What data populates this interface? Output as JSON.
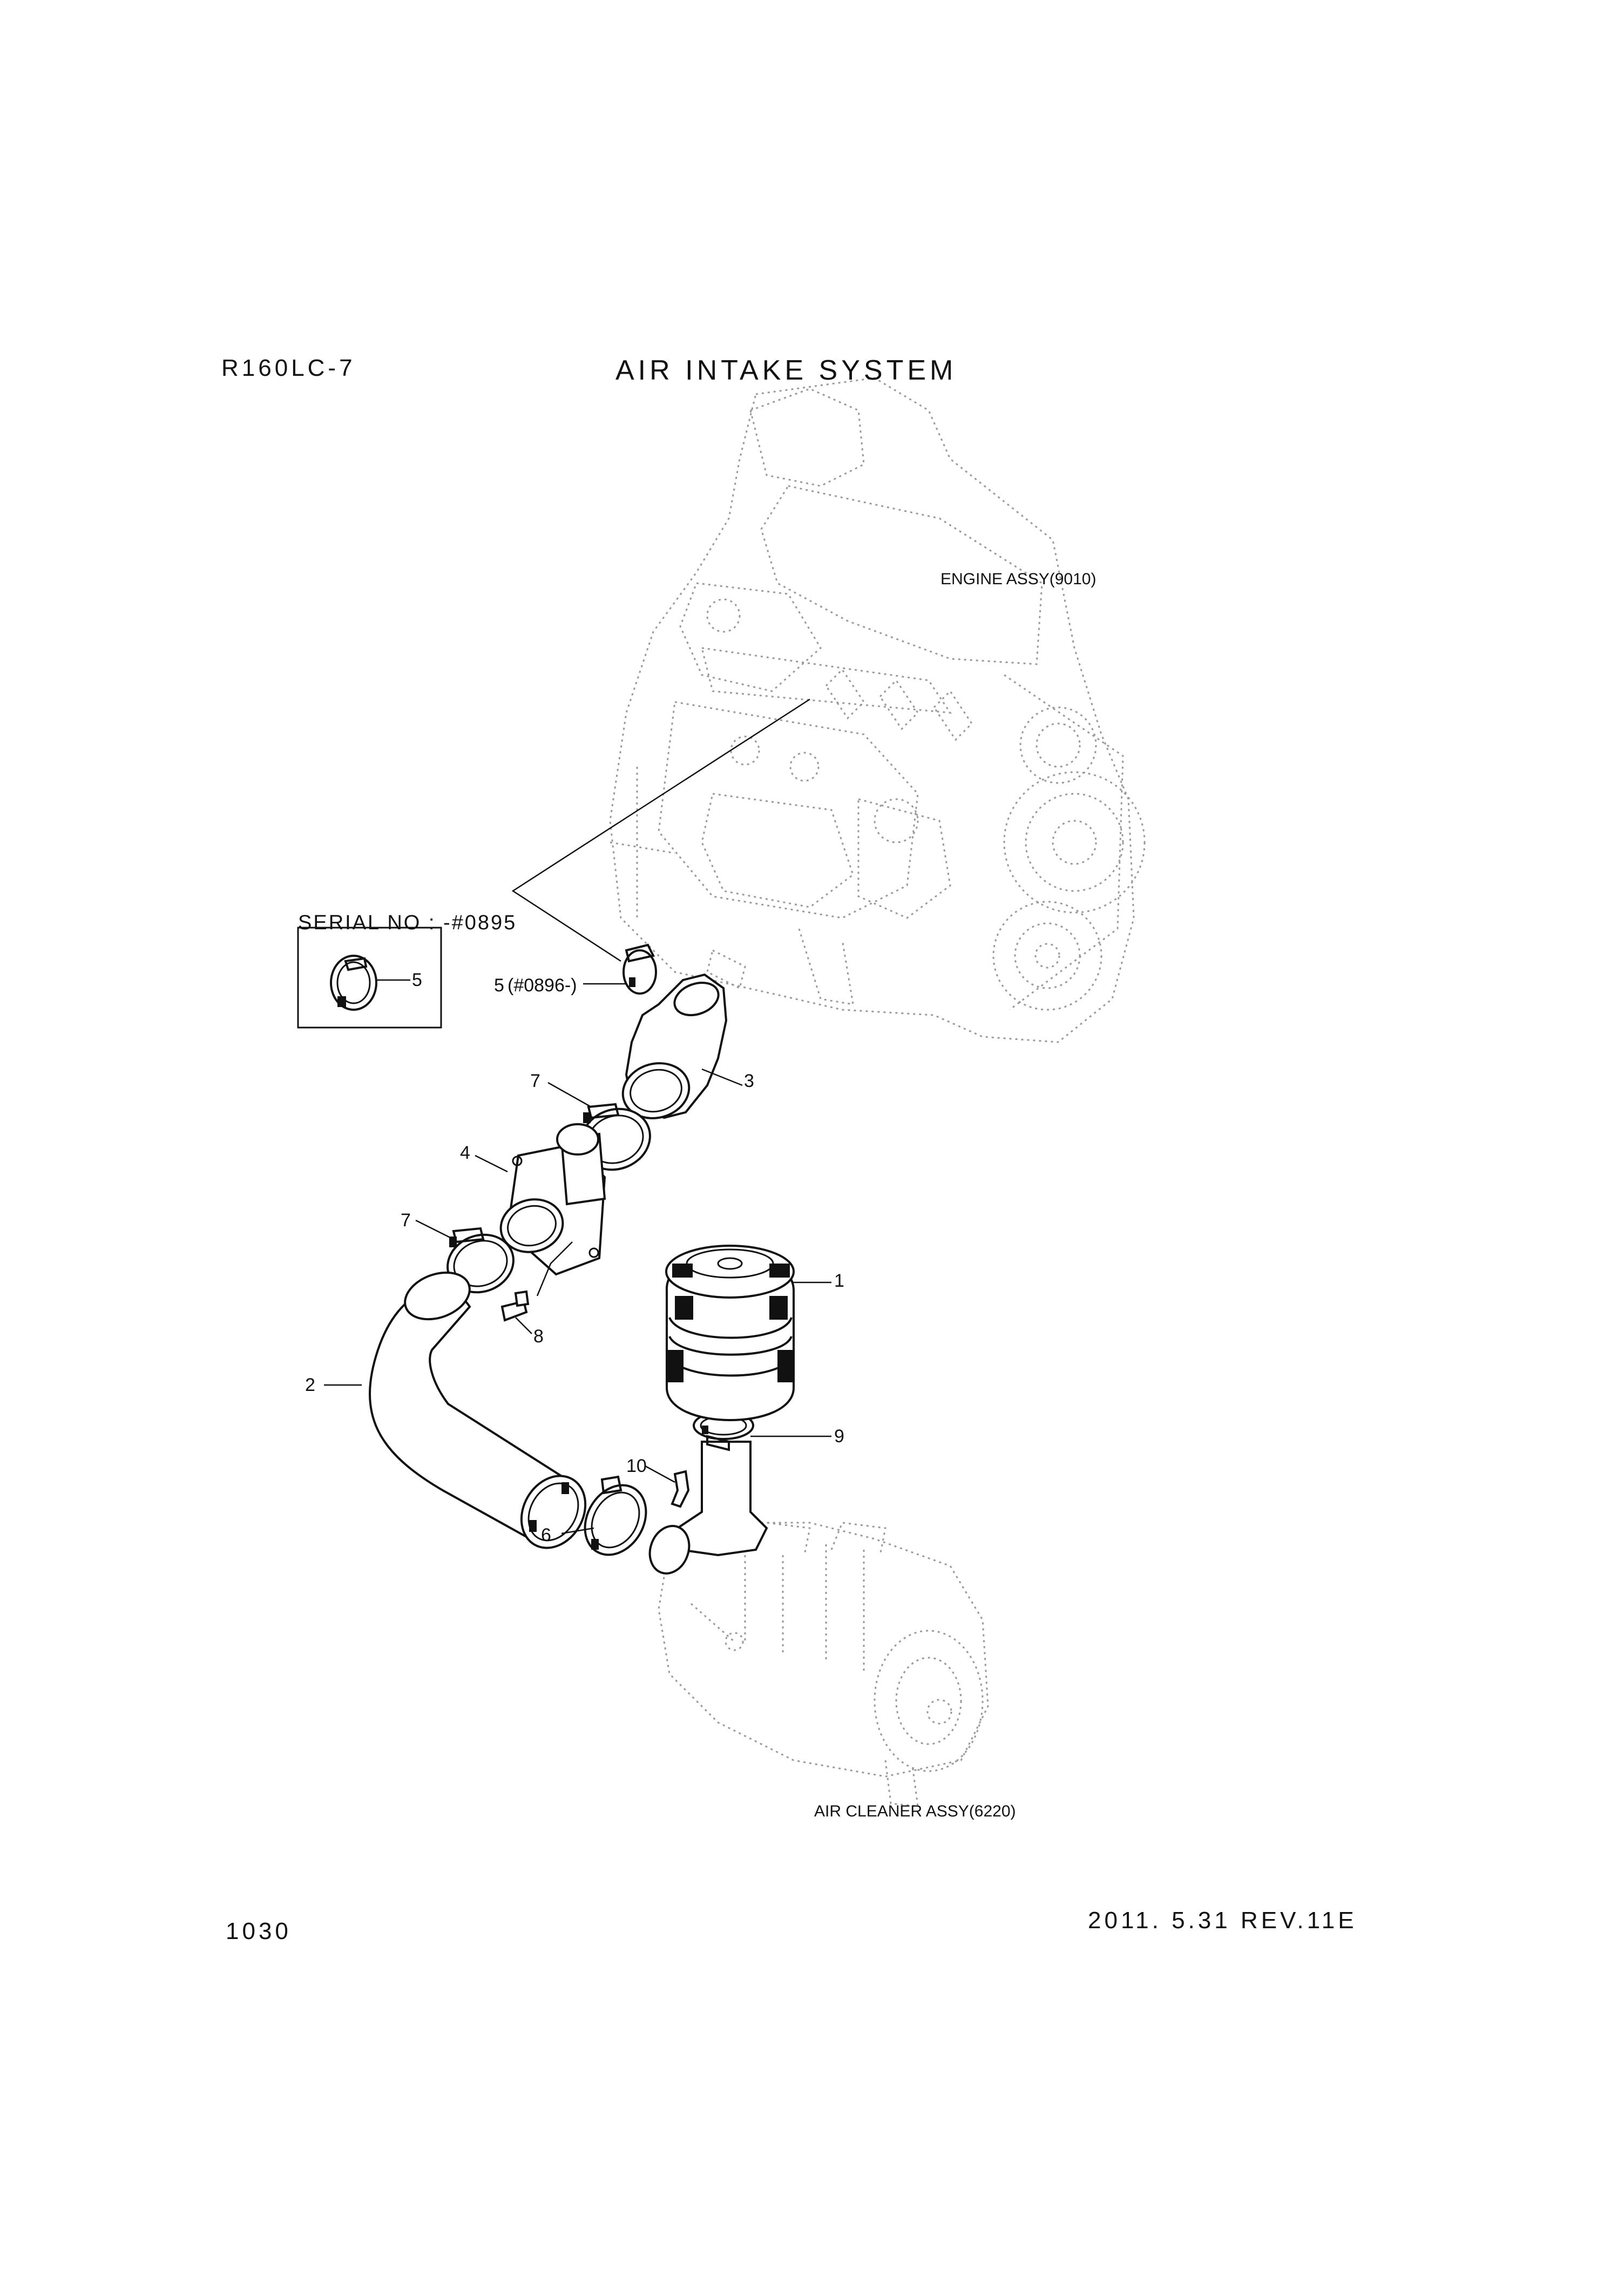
{
  "header": {
    "model": "R160LC-7",
    "title": "AIR INTAKE SYSTEM"
  },
  "footer": {
    "page_number": "1030",
    "revision": "2011. 5.31  REV.11E"
  },
  "references": {
    "engine_assy": "ENGINE ASSY(9010)",
    "air_cleaner_assy": "AIR CLEANER ASSY(6220)"
  },
  "inset": {
    "serial": "SERIAL NO : -#0895",
    "callout": "5"
  },
  "callouts": {
    "c1": "1",
    "c2": "2",
    "c3": "3",
    "c4": "4",
    "c5_main": "5",
    "c5_serial": "(#0896-)",
    "c6": "6",
    "c7_upper": "7",
    "c7_lower": "7",
    "c8": "8",
    "c9": "9",
    "c10": "10"
  },
  "colors": {
    "line": "#111111",
    "ghost": "#9a9a9a",
    "background": "#ffffff"
  }
}
